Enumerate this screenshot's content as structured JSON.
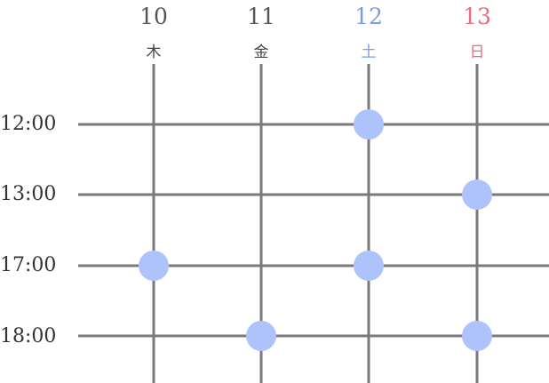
{
  "columns": [
    {
      "day": "10",
      "weekday": "木",
      "color": "#555555",
      "weekday_color": "#444444"
    },
    {
      "day": "11",
      "weekday": "金",
      "color": "#555555",
      "weekday_color": "#444444"
    },
    {
      "day": "12",
      "weekday": "土",
      "color": "#7b9ae3",
      "weekday_color": "#7b9ae3"
    },
    {
      "day": "13",
      "weekday": "日",
      "color": "#ea6d7c",
      "weekday_color": "#ea6d7c"
    }
  ],
  "rows": [
    {
      "time": "12:00"
    },
    {
      "time": "13:00"
    },
    {
      "time": "17:00"
    },
    {
      "time": "18:00"
    }
  ],
  "slots": [
    {
      "column": 2,
      "row": 0
    },
    {
      "column": 3,
      "row": 1
    },
    {
      "column": 0,
      "row": 2
    },
    {
      "column": 2,
      "row": 2
    },
    {
      "column": 1,
      "row": 3
    },
    {
      "column": 3,
      "row": 3
    }
  ],
  "colors": {
    "grid_line": "#7a7a7a",
    "slot": "#aec3fb"
  }
}
